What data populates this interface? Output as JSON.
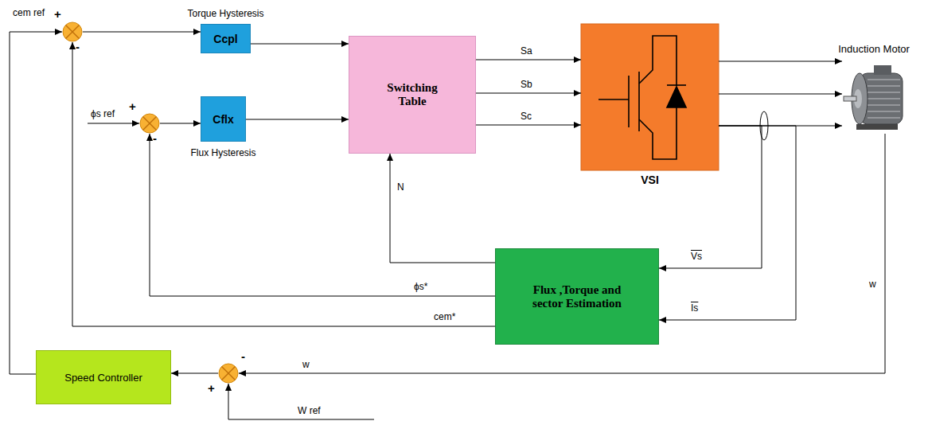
{
  "diagram": {
    "nodes": [
      {
        "text": [
          "+",
          "-"
        ]
      },
      {
        "text": [
          "Torque Hysteresis",
          "Ccpl"
        ]
      },
      {
        "text": [
          "Switching Table"
        ]
      },
      {
        "text": [
          "VSI"
        ]
      },
      {
        "text": [
          "Induction Motor"
        ]
      },
      {
        "text": [
          "+",
          "-"
        ]
      },
      {
        "text": [
          "Cflx",
          "Flux Hysteresis"
        ]
      },
      {
        "text": [
          "Flux ,Torque and sector Estimation"
        ]
      },
      {
        "text": [
          "-",
          "+"
        ]
      },
      {
        "text": [
          "Speed Controller"
        ]
      }
    ],
    "edges": [
      {
        "from": 0,
        "to": 1,
        "arrow": "to"
      },
      {
        "from": 1,
        "to": 2,
        "arrow": "to"
      },
      {
        "from": 6,
        "to": 2,
        "arrow": "to"
      },
      {
        "from": 5,
        "to": 6,
        "arrow": "to"
      },
      {
        "from": 2,
        "to": 3,
        "label": "Sa",
        "arrow": "to"
      },
      {
        "from": 2,
        "to": 3,
        "label": "Sb",
        "arrow": "to"
      },
      {
        "from": 2,
        "to": 3,
        "label": "Sc",
        "arrow": "to"
      },
      {
        "from": 3,
        "to": 4,
        "arrow": "to"
      },
      {
        "from": 3,
        "to": 4,
        "arrow": "to"
      },
      {
        "from": 3,
        "to": 4,
        "arrow": "to"
      },
      {
        "from": 3,
        "to": 7,
        "label": "Vs",
        "arrow": "to"
      },
      {
        "from": 3,
        "to": 7,
        "label": "Is",
        "arrow": "to"
      },
      {
        "from": 7,
        "to": 2,
        "label": "N",
        "arrow": "to"
      },
      {
        "from": 7,
        "to": 5,
        "label": "ϕs*",
        "arrow": "to"
      },
      {
        "from": 7,
        "to": 0,
        "label": "cem*",
        "arrow": "to"
      },
      {
        "from": 4,
        "to": 8,
        "label": "w",
        "arrow": "to"
      },
      {
        "from": 8,
        "to": 9,
        "arrow": "to"
      },
      {
        "from": 9,
        "to": 0,
        "label": "cem ref",
        "arrow": "to"
      }
    ],
    "labels": [
      "ϕs ref",
      "W ref",
      "w"
    ]
  }
}
